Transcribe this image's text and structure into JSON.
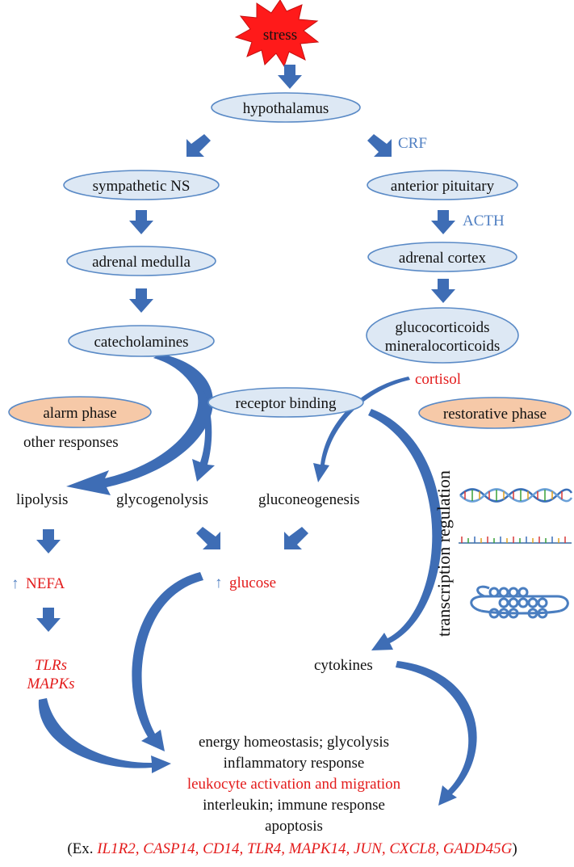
{
  "stress": "stress",
  "nodes": {
    "hypothalamus": "hypothalamus",
    "sympathetic_ns": "sympathetic NS",
    "anterior_pituitary": "anterior pituitary",
    "adrenal_medulla": "adrenal medulla",
    "adrenal_cortex": "adrenal cortex",
    "catecholamines": "catecholamines",
    "glucocorticoids": "glucocorticoids",
    "mineralocorticoids": "mineralocorticoids",
    "receptor_binding": "receptor binding",
    "alarm_phase": "alarm phase",
    "restorative_phase": "restorative phase"
  },
  "hormones": {
    "crf": "CRF",
    "acth": "ACTH",
    "cortisol": "cortisol"
  },
  "labels": {
    "other_responses": "other responses",
    "lipolysis": "lipolysis",
    "glycogenolysis": "glycogenolysis",
    "gluconeogenesis": "gluconeogenesis",
    "nefa": "NEFA",
    "glucose": "glucose",
    "tlrs": "TLRs",
    "mapks": "MAPKs",
    "cytokines": "cytokines",
    "transcription_regulation": "transcription regulation",
    "up_arrow": "↑"
  },
  "outcomes": {
    "line1": "energy homeostasis; glycolysis",
    "line2": "inflammatory response",
    "line3": "leukocyte activation and migration",
    "line4": "interleukin;  immune response",
    "line5": "apoptosis"
  },
  "example": {
    "prefix": "(Ex. ",
    "genes": "IL1R2, CASP14, CD14, TLR4, MAPK14, JUN, CXCL8, GADD45G",
    "suffix": ")"
  },
  "colors": {
    "node_fill": "#dde8f4",
    "node_stroke": "#5a8ac6",
    "phase_fill": "#f6c9a8",
    "arrow": "#3e6db5",
    "hormone_text": "#4f7fc2",
    "highlight_text": "#e31b1b",
    "stress_fill": "#ff1a1a"
  }
}
